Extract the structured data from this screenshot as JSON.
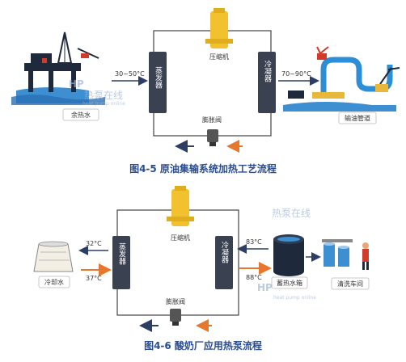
{
  "figure1": {
    "caption": "图4-5 原油集输系统加热工艺流程",
    "left_label": "余热水",
    "right_label": "输油管道",
    "compressor": "压缩机",
    "evaporator": "蒸发器",
    "condenser": "冷凝器",
    "valve": "膨胀阀",
    "temp_in": "30~50°C",
    "temp_out": "70~90°C"
  },
  "figure2": {
    "caption": "图4-6 酸奶厂应用热泵流程",
    "left_label": "冷却水",
    "tank_label": "蓄热水箱",
    "right_label": "清洗车间",
    "compressor": "压缩机",
    "evaporator": "蒸发器",
    "condenser": "冷凝器",
    "valve": "膨胀阀",
    "temp_left_top": "32°C",
    "temp_left_bottom": "37°C",
    "temp_right_top": "83°C",
    "temp_right_bottom": "88°C"
  },
  "watermark": {
    "cn": "热泵在线",
    "en": "heat pump online"
  },
  "colors": {
    "loop": "#444444",
    "hot_arrow": "#e8772e",
    "cold_arrow": "#2c3e66",
    "exchanger": "#3a4150",
    "compressor": "#f2c12e",
    "caption": "#2a4d8f"
  }
}
